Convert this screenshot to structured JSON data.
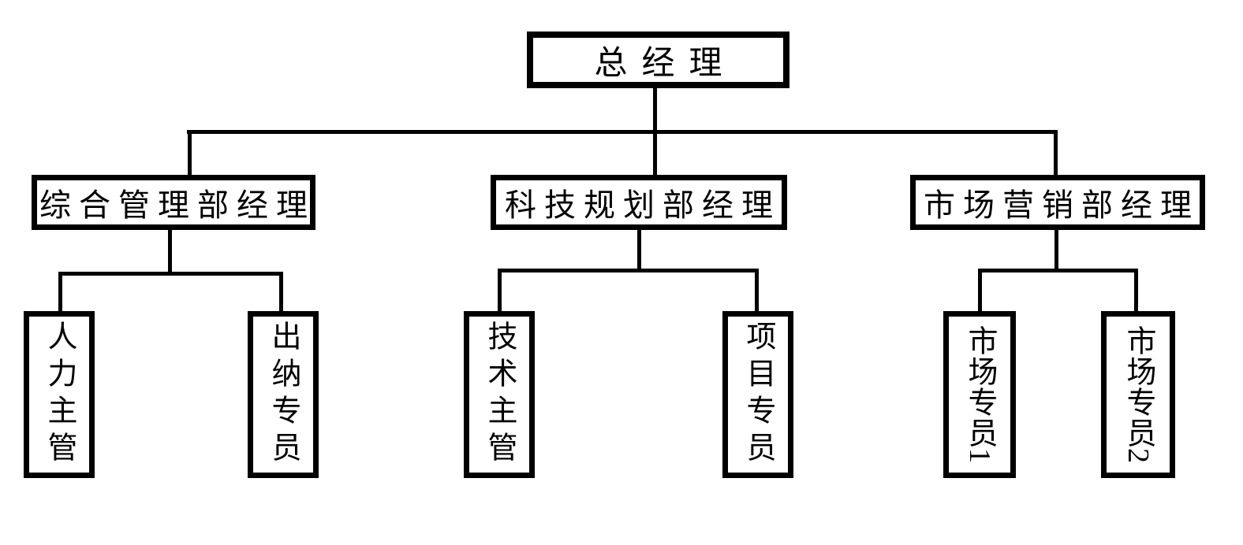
{
  "diagram": {
    "type": "org-chart",
    "colors": {
      "line": "#000000",
      "background": "#ffffff",
      "text": "#000000"
    },
    "root": {
      "label": "总经理"
    },
    "departments": [
      {
        "label": "综合管理部经理",
        "children": [
          {
            "label": "人力主管"
          },
          {
            "label": "出纳专员"
          }
        ]
      },
      {
        "label": "科技规划部经理",
        "children": [
          {
            "label": "技术主管"
          },
          {
            "label": "项目专员"
          }
        ]
      },
      {
        "label": "市场营销部经理",
        "children": [
          {
            "label": "市场专员1"
          },
          {
            "label": "市场专员2"
          }
        ]
      }
    ]
  }
}
